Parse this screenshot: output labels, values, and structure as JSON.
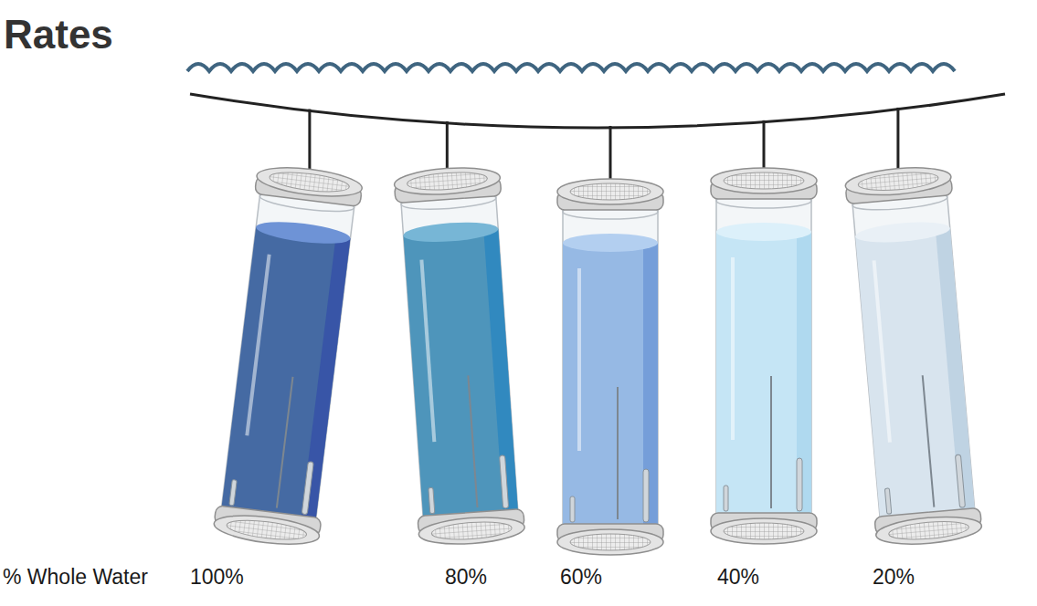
{
  "diagram": {
    "title": "Rates",
    "labels": [
      "% Whole Water",
      "100%",
      "80%",
      "60%",
      "40%",
      "20%"
    ]
  }
}
